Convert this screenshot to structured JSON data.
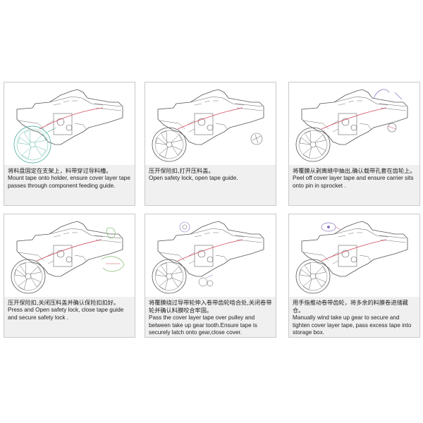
{
  "steps": [
    {
      "zh": "将料盘固定在支架上，料带穿过导料槽。",
      "en": "Mount tape onto holder, ensure cover layer tape passes through component feeding guide."
    },
    {
      "zh": "压开保险扣,打开压料盖。",
      "en": "Open safety lock, open tape guide."
    },
    {
      "zh": "将覆膜从剥离缝中抽出,确认载带孔套在齿轮上。",
      "en": "Peel off cover layer tape and ensure carrier sits onto pin in sprocket ."
    },
    {
      "zh": "压开保险扣,关闭压料盖并确认保险扣扣好。",
      "en": "Press and Open safety lock, close tape guide and secure safety lock ."
    },
    {
      "zh": "将覆膜绕过导带轮伸入卷带齿轮啮合处,关闭卷带轮并确认料膜咬合牢固。",
      "en": "Pass the cover layer tape over pulley and between take up gear tooth.Ensure tape is securely latch onto gear,close cover."
    },
    {
      "zh": "用手指推动卷带齿轮，将多余的料膜卷进储藏仓。",
      "en": "Manually wind take up gear to secure and tighten cover layer tape, pass excess tape into storage box."
    }
  ],
  "colors": {
    "tape": "#d14a5a",
    "reel": "#5fb8a8",
    "cover_tape": "#8a6fc0",
    "detail": "#7fb86a",
    "caption_bg": "#f0f0f0",
    "border": "#c9c9c9"
  },
  "icons": [
    "feeder-illustration",
    "tape-reel-icon",
    "detail-callout-icon"
  ]
}
